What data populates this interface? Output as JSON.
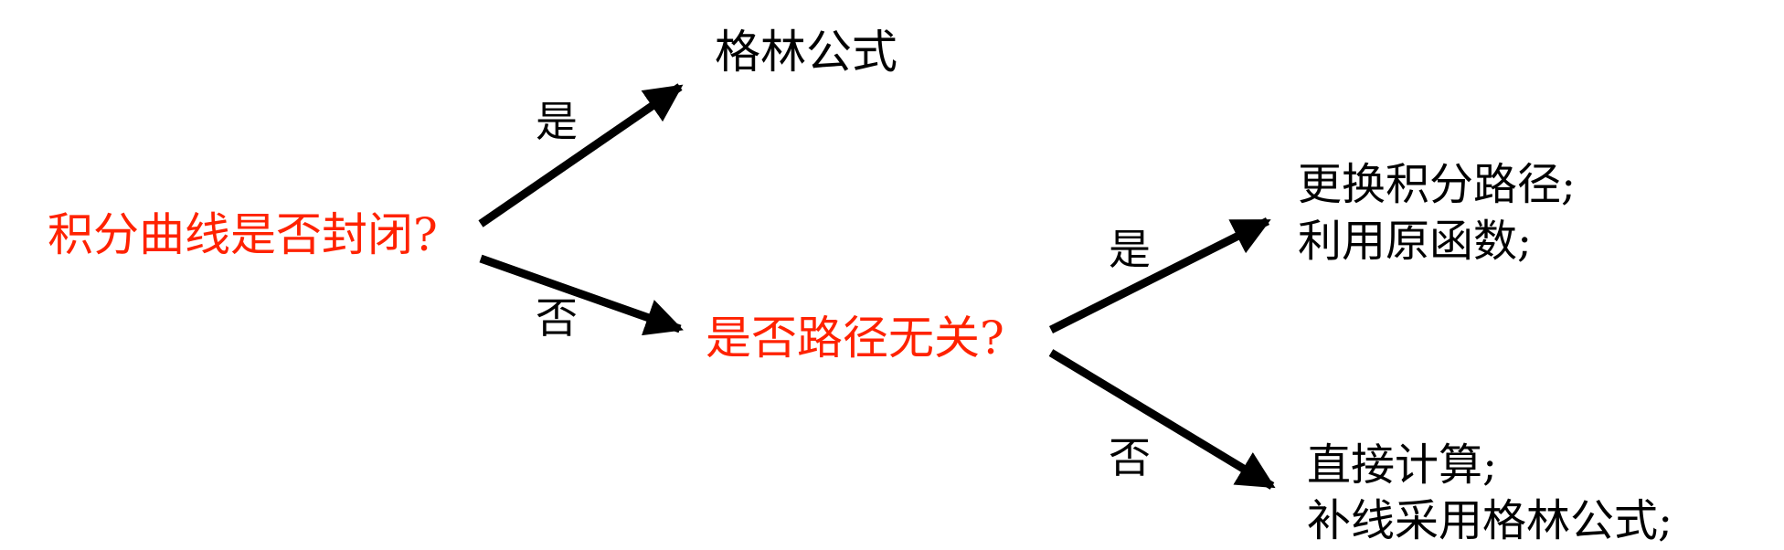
{
  "colors": {
    "question": "#ff2200",
    "text": "#000000",
    "arrow": "#000000",
    "background": "#ffffff"
  },
  "nodes": {
    "root_question": "积分曲线是否封闭?",
    "green_formula": "格林公式",
    "path_question": "是否路径无关?",
    "independent_line1": "更换积分路径;",
    "independent_line2": "利用原函数;",
    "dependent_line1": "直接计算;",
    "dependent_line2": "补线采用格林公式;"
  },
  "edges": {
    "root_yes": "是",
    "root_no": "否",
    "path_yes": "是",
    "path_no": "否"
  }
}
